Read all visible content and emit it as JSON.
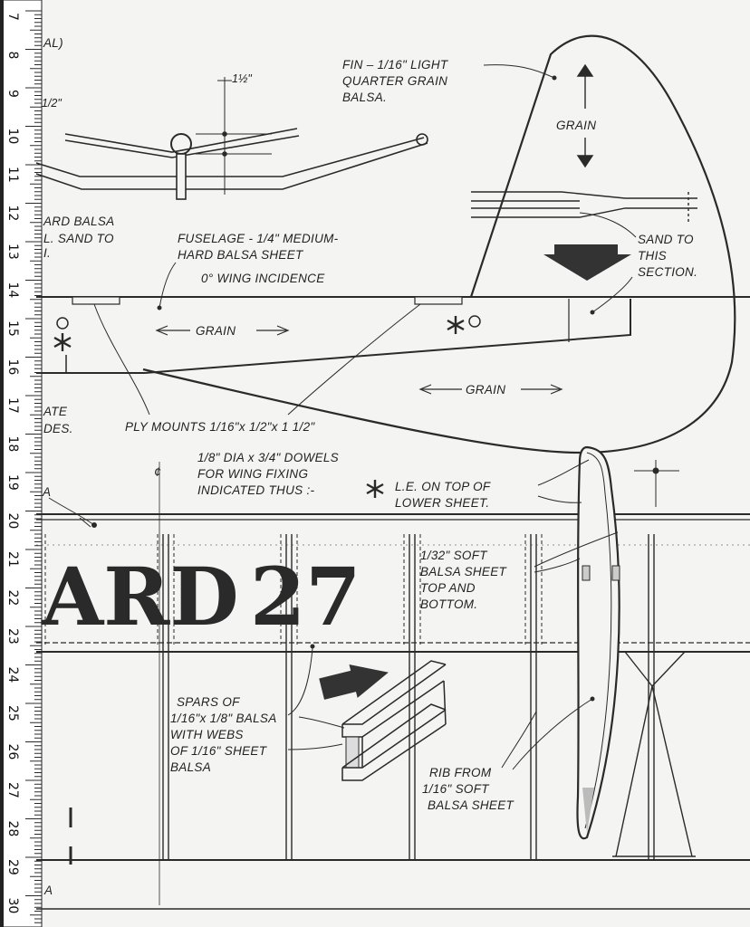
{
  "ruler": {
    "numbers": [
      "7",
      "8",
      "9",
      "10",
      "11",
      "12",
      "13",
      "14",
      "15",
      "16",
      "17",
      "18",
      "19",
      "20",
      "21",
      "22",
      "23",
      "24",
      "25",
      "26",
      "27",
      "28",
      "29",
      "30"
    ]
  },
  "labels": {
    "left_al": "AL)",
    "left_half": "1/2\"",
    "left_hard_balsa_1": "ARD BALSA",
    "left_hard_balsa_2": "L. SAND TO",
    "left_hard_balsa_3": "I.",
    "left_ate": "ATE",
    "left_des": "DES.",
    "left_a1": "A",
    "left_a2": "A",
    "dim_half": "1½\"",
    "fin_1": "FIN – 1/16\" LIGHT",
    "fin_2": "QUARTER GRAIN",
    "fin_3": "BALSA.",
    "grain_fin": "GRAIN",
    "sand_1": "SAND TO",
    "sand_2": "THIS",
    "sand_3": "SECTION.",
    "fuselage_1": "FUSELAGE - 1/4\" MEDIUM-",
    "fuselage_2": "HARD BALSA SHEET",
    "wing_incidence": "0° WING INCIDENCE",
    "grain_fwd": "GRAIN",
    "grain_aft": "GRAIN",
    "ply_mounts": "PLY MOUNTS 1/16\"x 1/2\"x 1 1/2\"",
    "dowels_1": "1/8\" DIA x 3/4\" DOWELS",
    "dowels_2": "FOR WING FIXING",
    "dowels_3": "INDICATED THUS :-",
    "le_1": "L.E. ON TOP OF",
    "le_2": "LOWER SHEET.",
    "sheet_1": "1/32\" SOFT",
    "sheet_2": "BALSA SHEET",
    "sheet_3": "TOP AND",
    "sheet_4": "BOTTOM.",
    "big_text_1": "ARD",
    "big_text_2": "27",
    "spars_1": "SPARS OF",
    "spars_2": "1/16\"x 1/8\" BALSA",
    "spars_3": "WITH WEBS",
    "spars_4": "OF 1/16\" SHEET",
    "spars_5": "BALSA",
    "rib_1": "RIB FROM",
    "rib_2": "1/16\" SOFT",
    "rib_3": "BALSA SHEET"
  },
  "colors": {
    "ink": "#2a2a2a",
    "paper": "#f4f4f2",
    "ruler": "#ffffff"
  }
}
